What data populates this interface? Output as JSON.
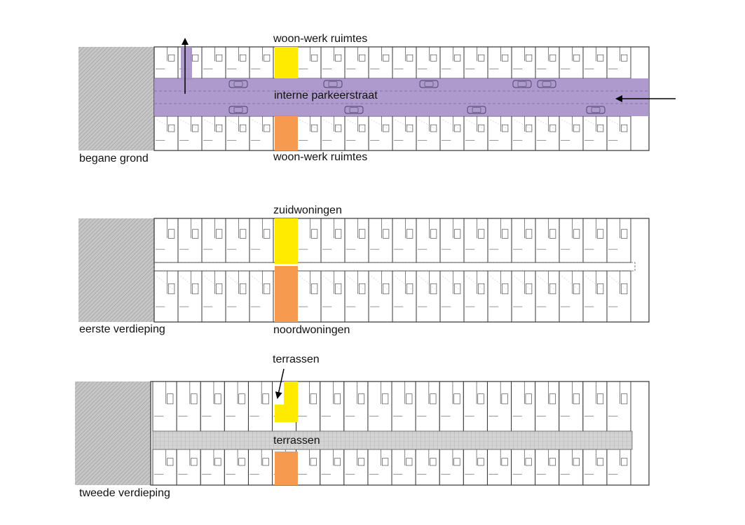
{
  "floors": [
    {
      "key": "ground",
      "name": "begane grond",
      "label_top": "woon-werk ruimtes",
      "label_bottom": "woon-werk ruimtes",
      "label_street": "interne parkeerstraat"
    },
    {
      "key": "first",
      "name": "eerste verdieping",
      "label_top": "zuidwoningen",
      "label_bottom": "noordwoningen"
    },
    {
      "key": "second",
      "name": "tweede verdieping",
      "label_top": "terrassen",
      "label_mid": "terrassen"
    }
  ],
  "colors": {
    "street": "#a58fc6",
    "yellow": "#ffeb00",
    "orange": "#f59a4e",
    "hatch": "#b8b8b8",
    "line": "#333333",
    "corridor": "#cfcfcf"
  },
  "units_per_row": 20,
  "icons": [
    "entry-arrow-icon",
    "exit-arrow-icon",
    "terrace-pointer-icon",
    "car-icon"
  ]
}
